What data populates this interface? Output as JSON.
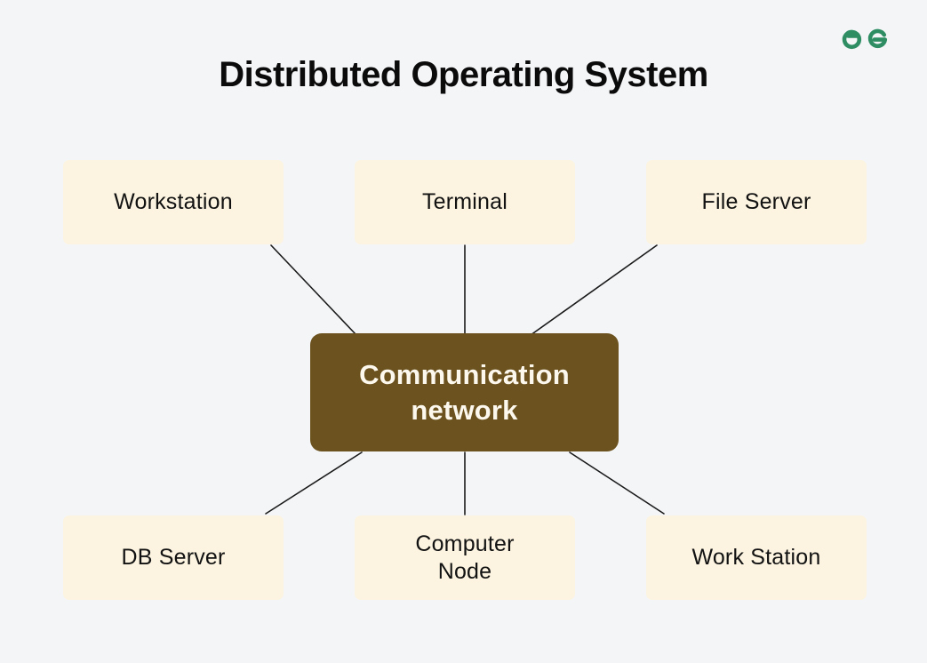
{
  "page": {
    "title": "Distributed Operating System",
    "background_color": "#f4f5f7"
  },
  "logo": {
    "name": "geeksforgeeks-logo",
    "color": "#2f8d63"
  },
  "diagram": {
    "type": "star-topology",
    "center": {
      "id": "communication-network",
      "label": "Communication\nnetwork",
      "background_color": "#6b521e",
      "text_color": "#fdf8ee"
    },
    "node_background_color": "#fcf4e0",
    "node_text_color": "#121212",
    "link_color": "#1a1a1a",
    "nodes": [
      {
        "id": "workstation",
        "label": "Workstation"
      },
      {
        "id": "terminal",
        "label": "Terminal"
      },
      {
        "id": "file-server",
        "label": "File Server"
      },
      {
        "id": "db-server",
        "label": "DB Server"
      },
      {
        "id": "computer-node",
        "label": "Computer\nNode"
      },
      {
        "id": "work-station",
        "label": "Work Station"
      }
    ],
    "links": [
      {
        "from": "workstation",
        "to": "communication-network"
      },
      {
        "from": "terminal",
        "to": "communication-network"
      },
      {
        "from": "file-server",
        "to": "communication-network"
      },
      {
        "from": "db-server",
        "to": "communication-network"
      },
      {
        "from": "computer-node",
        "to": "communication-network"
      },
      {
        "from": "work-station",
        "to": "communication-network"
      }
    ]
  }
}
